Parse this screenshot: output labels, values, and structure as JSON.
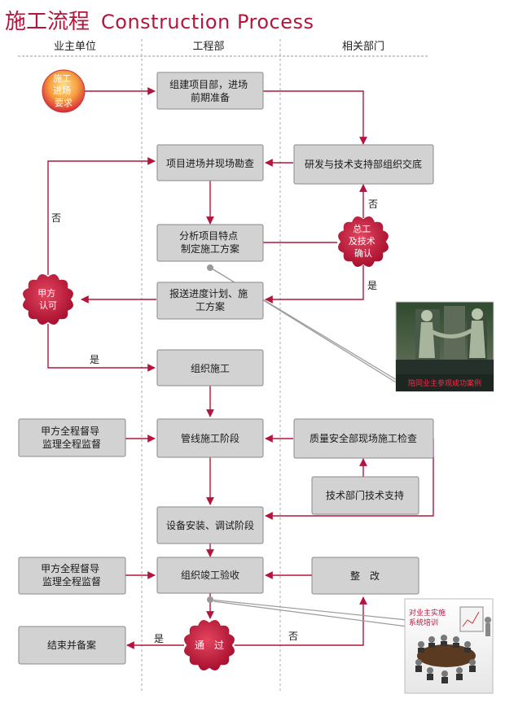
{
  "title": {
    "cn": "施工流程",
    "en": "Construction Process"
  },
  "columns": {
    "owner": "业主单位",
    "engineering": "工程部",
    "related": "相关部门"
  },
  "nodes": {
    "start": [
      "施工",
      "进场",
      "要求"
    ],
    "setup": [
      "组建项目部，进场",
      "前期准备"
    ],
    "survey": [
      "项目进场并现场勘查"
    ],
    "rnd": [
      "研发与技术支持部组织交底"
    ],
    "plan": [
      "分析项目特点",
      "制定施工方案"
    ],
    "chief": [
      "总工",
      "及技术",
      "确认"
    ],
    "submit": [
      "报送进度计划、施",
      "工方案"
    ],
    "client": [
      "甲方",
      "认可"
    ],
    "organize": [
      "组织施工"
    ],
    "sup1": [
      "甲方全程督导",
      "监理全程监督"
    ],
    "pipeline": [
      "管线施工阶段"
    ],
    "quality": [
      "质量安全部现场施工检查"
    ],
    "tech": [
      "技术部门技术支持"
    ],
    "equip": [
      "设备安装、调试阶段"
    ],
    "sup2": [
      "甲方全程督导",
      "监理全程监督"
    ],
    "acceptance": [
      "组织竣工验收"
    ],
    "rectify": [
      "整　改"
    ],
    "pass": [
      "通　过"
    ],
    "finish": [
      "结束并备案"
    ]
  },
  "labels": {
    "no1": "否",
    "no2": "否",
    "yes1": "是",
    "yes2": "是",
    "yes3": "是",
    "no3": "否"
  },
  "photos": {
    "visit": "陪同业主参观成功案例",
    "training": [
      "对业主实施",
      "系统培训"
    ]
  },
  "colors": {
    "box_fill": "#d2d2d2",
    "box_stroke": "#8a8a8a",
    "accent": "#b3163c",
    "badge_red": "#c0213f"
  }
}
